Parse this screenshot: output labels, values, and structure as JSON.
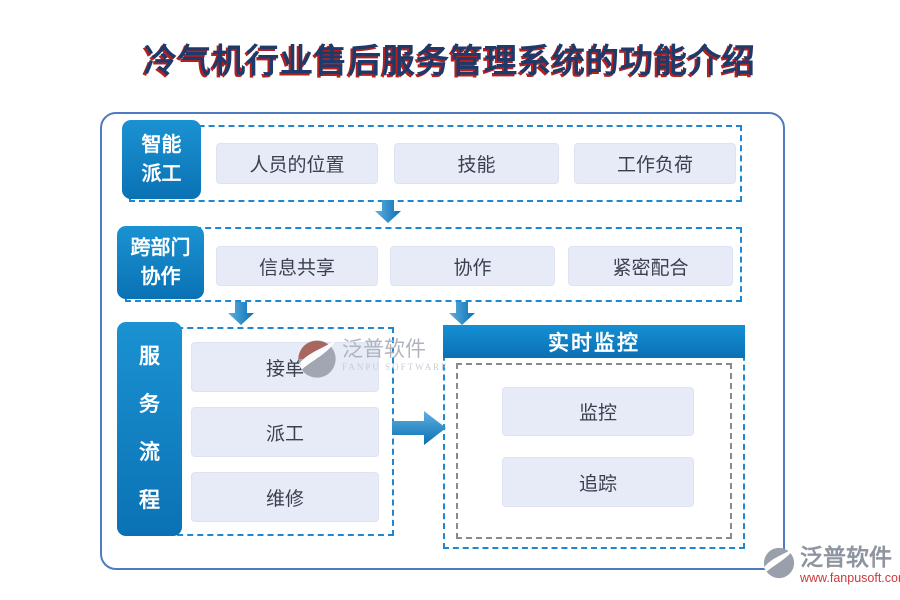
{
  "title": "冷气机行业售后服务管理系统的功能介绍",
  "colors": {
    "primary_blue": "#0a7cc2",
    "dashed_blue": "#1d87d2",
    "item_bg": "#e7ebf8",
    "frame_border": "#4f7bc0",
    "title_navy": "#1d3a6b",
    "title_shadow_red": "#b32020",
    "gray_dash": "#8a8a8a",
    "watermark_gray": "#9aa0ab",
    "watermark_red": "#cc3a3a"
  },
  "rows": [
    {
      "label_lines": [
        "智能",
        "派工"
      ],
      "items": [
        "人员的位置",
        "技能",
        "工作负荷"
      ]
    },
    {
      "label_lines": [
        "跨部门",
        "协作"
      ],
      "items": [
        "信息共享",
        "协作",
        "紧密配合"
      ]
    }
  ],
  "service_flow": {
    "label_chars": [
      "服",
      "务",
      "流",
      "程"
    ],
    "items": [
      "接单",
      "派工",
      "维修"
    ]
  },
  "monitoring": {
    "header": "实时监控",
    "items": [
      "监控",
      "追踪"
    ]
  },
  "watermarks": {
    "center": {
      "name": "泛普软件",
      "subtitle": "FANPU SOFTWARE"
    },
    "corner": {
      "name": "泛普软件",
      "url": "www.fanpusoft.com"
    }
  }
}
